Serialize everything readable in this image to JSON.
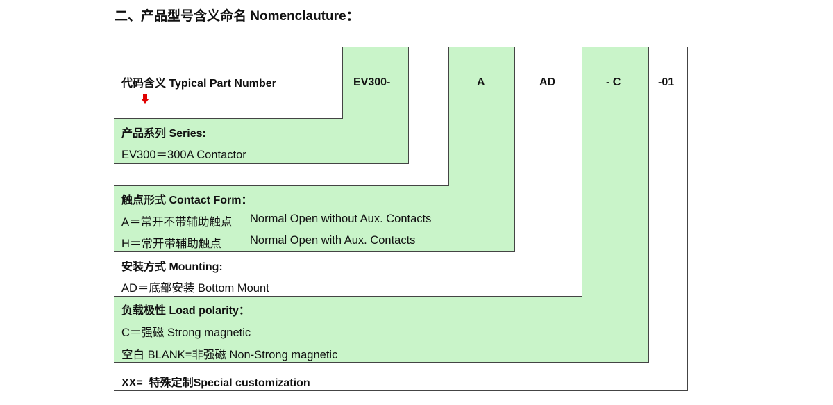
{
  "title": "二、产品型号含义命名 Nomenclauture：",
  "typical": {
    "label": "代码含义 Typical Part Number",
    "arrow_icon": "down-arrow-icon",
    "arrow_color": "#e00000"
  },
  "codes": [
    "EV300-",
    "A",
    "AD",
    "- C",
    "-01"
  ],
  "series": {
    "heading": "产品系列 Series:",
    "items": [
      "EV300＝300A Contactor"
    ]
  },
  "contact_form": {
    "heading": "触点形式 Contact Form：",
    "items": [
      {
        "code": "A＝常开不带辅助触点",
        "desc": "Normal Open without Aux. Contacts"
      },
      {
        "code": "H＝常开带辅助触点",
        "desc": "Normal Open with Aux. Contacts"
      }
    ]
  },
  "mounting": {
    "heading": "安装方式 Mounting:",
    "items": [
      "AD＝底部安装 Bottom Mount"
    ]
  },
  "load_polarity": {
    "heading": "负载极性 Load polarity：",
    "items": [
      "C＝强磁 Strong magnetic",
      "空白 BLANK=非强磁 Non-Strong magnetic"
    ]
  },
  "custom": {
    "text": "XX=  特殊定制Special customization"
  },
  "colors": {
    "highlight_green": "#c9f4c9",
    "line": "#444444"
  }
}
